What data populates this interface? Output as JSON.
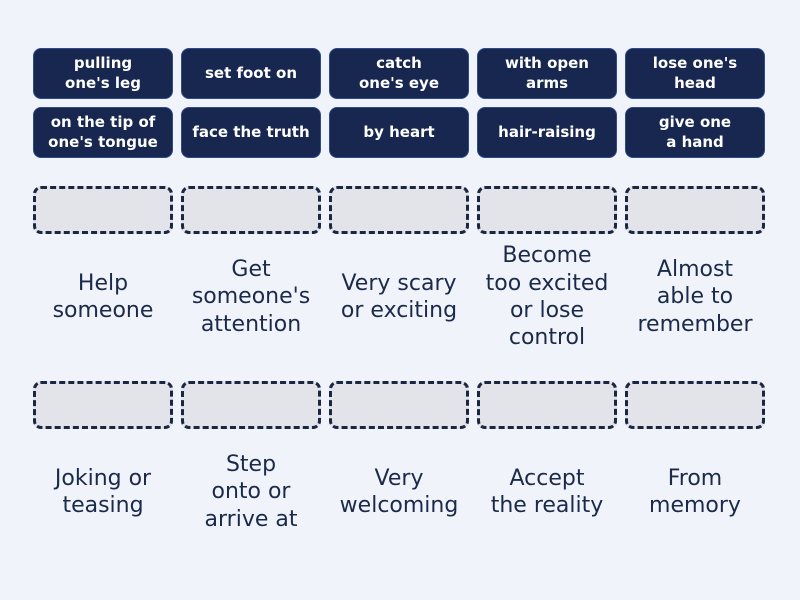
{
  "board": {
    "background_color": "#f0f4fa",
    "tile_color": "#18274f",
    "tile_border_color": "#2d4a8a",
    "tile_text_color": "#ffffff",
    "slot_fill_color": "#e3e3ea",
    "slot_border_color": "#1b2742",
    "definition_text_color": "#1b2a4a"
  },
  "tiles_row1": [
    {
      "label": "pulling\none's leg"
    },
    {
      "label": "set foot on"
    },
    {
      "label": "catch\none's eye"
    },
    {
      "label": "with open\narms"
    },
    {
      "label": "lose one's\nhead"
    }
  ],
  "tiles_row2": [
    {
      "label": "on the tip of\none's tongue"
    },
    {
      "label": "face the truth"
    },
    {
      "label": "by heart"
    },
    {
      "label": "hair-raising"
    },
    {
      "label": "give one\na hand"
    }
  ],
  "definitions_row1": [
    {
      "label": "Help\nsomeone"
    },
    {
      "label": "Get\nsomeone's\nattention"
    },
    {
      "label": "Very scary\nor exciting"
    },
    {
      "label": "Become\ntoo excited\nor lose\ncontrol"
    },
    {
      "label": "Almost\nable to\nremember"
    }
  ],
  "definitions_row2": [
    {
      "label": "Joking or\nteasing"
    },
    {
      "label": "Step\nonto or\narrive at"
    },
    {
      "label": "Very\nwelcoming"
    },
    {
      "label": "Accept\nthe reality"
    },
    {
      "label": "From\nmemory"
    }
  ]
}
